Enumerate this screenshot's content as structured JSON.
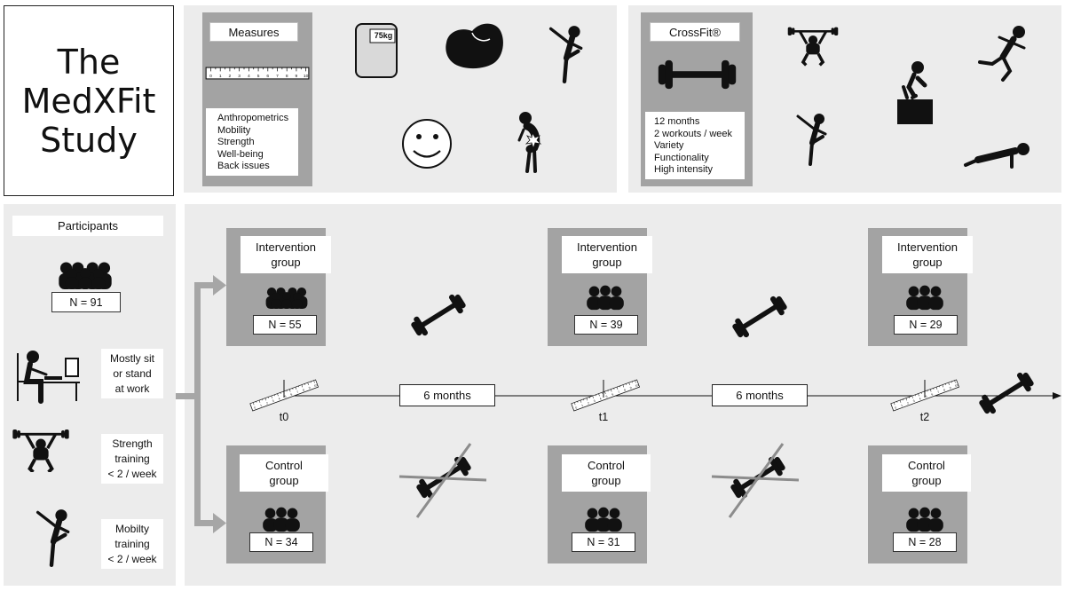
{
  "title": [
    "The",
    "MedXFit",
    "Study"
  ],
  "measures": {
    "label": "Measures",
    "items": [
      "Anthropometrics",
      "Mobility",
      "Strength",
      "Well-being",
      "Back issues"
    ],
    "scale_text": "75kg"
  },
  "crossfit": {
    "label": "CrossFit®",
    "items": [
      "12 months",
      "2 workouts / week",
      "Variety",
      "Functionality",
      "High intensity"
    ]
  },
  "participants": {
    "label": "Participants",
    "n": "N = 91",
    "criteria": [
      [
        "Mostly sit",
        "or stand",
        "at work"
      ],
      [
        "Strength",
        "training",
        "< 2 / week"
      ],
      [
        "Mobilty",
        "training",
        "< 2 / week"
      ]
    ]
  },
  "timeline": {
    "intervention_label": [
      "Intervention",
      "group"
    ],
    "control_label": [
      "Control",
      "group"
    ],
    "intervention_n": [
      "N = 55",
      "N = 39",
      "N = 29"
    ],
    "control_n": [
      "N = 34",
      "N = 31",
      "N = 28"
    ],
    "interval_label": "6 months",
    "timepoints": [
      "t0",
      "t1",
      "t2"
    ],
    "ruler_numbers": [
      "0",
      "1",
      "2",
      "3",
      "4",
      "5",
      "6",
      "7",
      "8",
      "9",
      "10"
    ]
  },
  "colors": {
    "panel": "#ececec",
    "box": "#a3a3a3",
    "arrow": "#a6a6a6",
    "icon": "#111111"
  }
}
